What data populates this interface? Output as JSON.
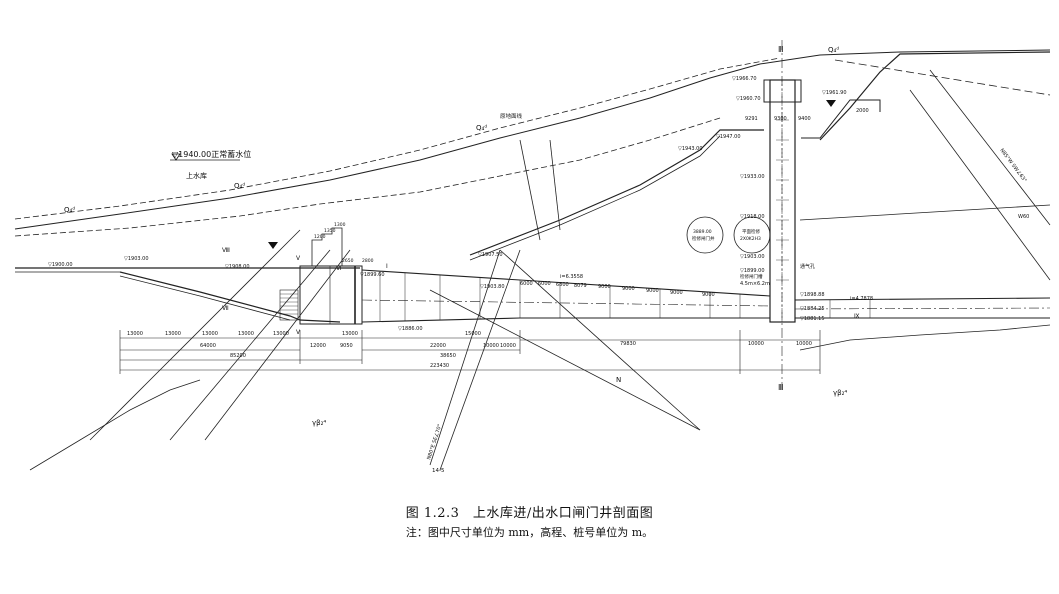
{
  "figure": {
    "caption": "图 1.2.3　上水库进/出水口闸门井剖面图",
    "note": "注：图中尺寸单位为 mm，高程、桩号单位为 m。"
  },
  "drawing": {
    "normal_water_level": "▽1940.00正常蓄水位",
    "reservoir": "上水库",
    "q4_a": "Q₄ᵈ",
    "q4_b": "Q₄ᵈ",
    "q4_c": "Q₄ᵈ",
    "q4_d": "Q₄ᵈ",
    "original_ground": "原地面线",
    "el_1900": "▽1900.00",
    "el_1903": "▽1903.00",
    "el_1908": "▽1908.00",
    "el_1886": "▽1886.00",
    "el_1947": "▽1947.00",
    "el_1966": "▽1966.70",
    "el_1961": "▽1961.90",
    "el_1960": "▽1960.70",
    "el_1943": "▽1943.00",
    "el_1933": "▽1933.00",
    "el_1918": "▽1918.00",
    "el_1903b": "▽1903.00",
    "el_1899": "▽1899.00",
    "el_1898": "▽1898.88",
    "el_1884": "▽1884.25",
    "el_1881": "▽1881.15",
    "el_1899b": "▽1899.60",
    "el_1907": "▽1907.50",
    "el_1903c": "▽1903.80",
    "gate_note": "检修闸门槽",
    "gate_size": "4.5m×6.2m",
    "vent": "通气孔",
    "slope_1": "i=6.3558",
    "slope_2": "i=4.7878",
    "dim_13000_a": "13000",
    "dim_13000_b": "13000",
    "dim_13000_c": "13000",
    "dim_13000_d": "13000",
    "dim_13000_e": "13000",
    "dim_64000": "64000",
    "dim_85200": "85200",
    "dim_12000": "12000",
    "dim_9050": "9050",
    "dim_13000_f": "13000",
    "dim_22000": "22000",
    "dim_15000": "15000",
    "dim_38650": "38650",
    "dim_10000_a": "10000",
    "dim_10000_b": "10000",
    "dim_79830": "79830",
    "dim_10000_c": "10000",
    "dim_10000_d": "10000",
    "dim_223430": "223430",
    "dim_9291": "9291",
    "dim_9300": "9300",
    "dim_9400": "9400",
    "dim_2000": "2000",
    "dim_6000_a": "6000",
    "dim_6000_b": "6000",
    "dim_6800": "6800",
    "dim_8079": "8079",
    "dim_9000_a": "9000",
    "dim_9000_b": "9000",
    "dim_9000_c": "9000",
    "dim_9000_d": "9000",
    "dim_9000_e": "9000",
    "dim_1200": "1200",
    "dim_1350": "1350",
    "dim_1300": "1300",
    "dim_2650": "2650",
    "dim_2800": "2800",
    "sec_3": "Ⅲ",
    "sec_3b": "Ⅲ",
    "sec_n": "N",
    "sec_5": "Ⅴ",
    "sec_5b": "Ⅴ",
    "sec_6": "Ⅵ",
    "sec_7": "Ⅶ",
    "sec_8": "Ⅷ",
    "sec_9": "Ⅸ",
    "sec_1": "Ⅰ",
    "gamma_1": "γβ₂⁴",
    "gamma_2": "γβ₂⁴",
    "fault_1": "N80°E SE∠70°",
    "fault_2": "N85°W SW∠63°",
    "station": "14-5",
    "circle_a": "3889.00",
    "circle_b": "检修闸门井",
    "circle_c": "平面检修",
    "circle_d": "2X0K2H3",
    "w60": "W60"
  }
}
